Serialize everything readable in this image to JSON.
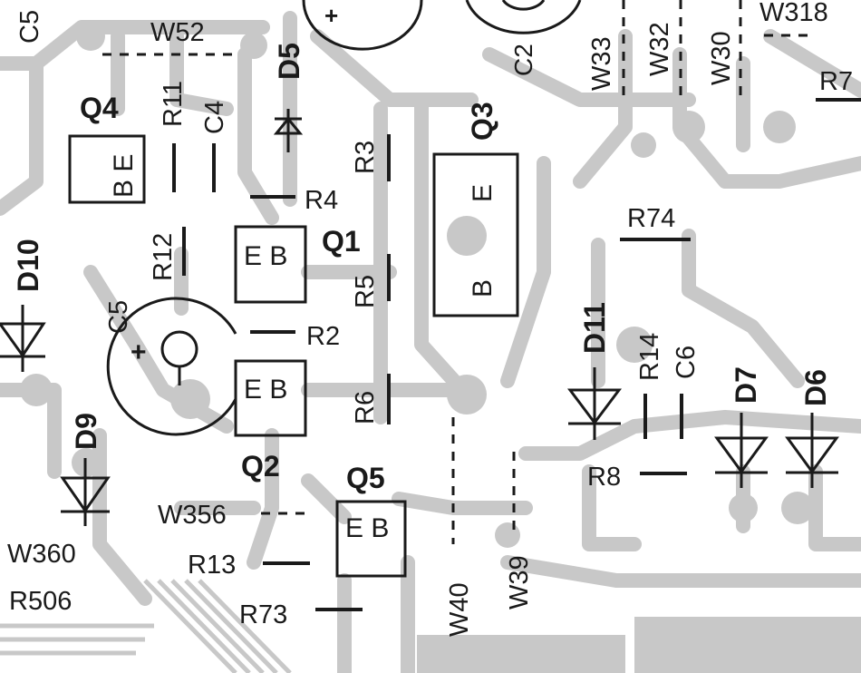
{
  "colors": {
    "background": "#ffffff",
    "trace": "#c8c8c8",
    "silkscreen": "#1a1a1a"
  },
  "transistors": [
    {
      "id": "Q4",
      "pins": "B E"
    },
    {
      "id": "Q1",
      "pins": "E B"
    },
    {
      "id": "Q2",
      "pins": "E B"
    },
    {
      "id": "Q5",
      "pins": "E B"
    },
    {
      "id": "Q3",
      "pin_top": "E",
      "pin_bottom": "B"
    }
  ],
  "resistors": [
    "R3",
    "R4",
    "R5",
    "R2",
    "R6",
    "R11",
    "R12",
    "R74",
    "R14",
    "R8",
    "R13",
    "R73",
    "R506",
    "R7"
  ],
  "capacitors": [
    "C2",
    "C4",
    "C5",
    "C6"
  ],
  "capacitor_c5_edge": "C5",
  "polarity_plus": "+",
  "diodes": [
    "D5",
    "D10",
    "D9",
    "D11",
    "D7",
    "D6"
  ],
  "wire_jumpers": [
    "W52",
    "W33",
    "W32",
    "W30",
    "W318",
    "W40",
    "W39",
    "W356",
    "W360"
  ]
}
